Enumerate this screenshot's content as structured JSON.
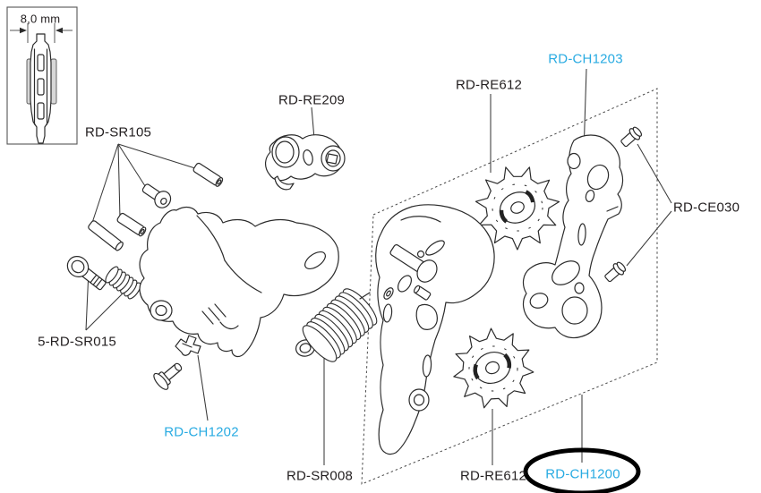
{
  "diagram": {
    "measurement": "8,0 mm",
    "parts": [
      {
        "id": "rd-sr105",
        "label": "RD-SR105",
        "link": false
      },
      {
        "id": "rd-re209",
        "label": "RD-RE209",
        "link": false
      },
      {
        "id": "rd-re612-top",
        "label": "RD-RE612",
        "link": false
      },
      {
        "id": "rd-ch1203",
        "label": "RD-CH1203",
        "link": true
      },
      {
        "id": "rd-ce030",
        "label": "RD-CE030",
        "link": false
      },
      {
        "id": "5-rd-sr015",
        "label": "5-RD-SR015",
        "link": false
      },
      {
        "id": "rd-ch1202",
        "label": "RD-CH1202",
        "link": true
      },
      {
        "id": "rd-sr008",
        "label": "RD-SR008",
        "link": false
      },
      {
        "id": "rd-re612-bot",
        "label": "RD-RE612",
        "link": false
      },
      {
        "id": "rd-ch1200",
        "label": "RD-CH1200",
        "link": true,
        "circled": true
      }
    ],
    "colors": {
      "link": "#29ABE2",
      "line_art": "#2b2b2b",
      "highlight_ring": "#000000"
    }
  }
}
